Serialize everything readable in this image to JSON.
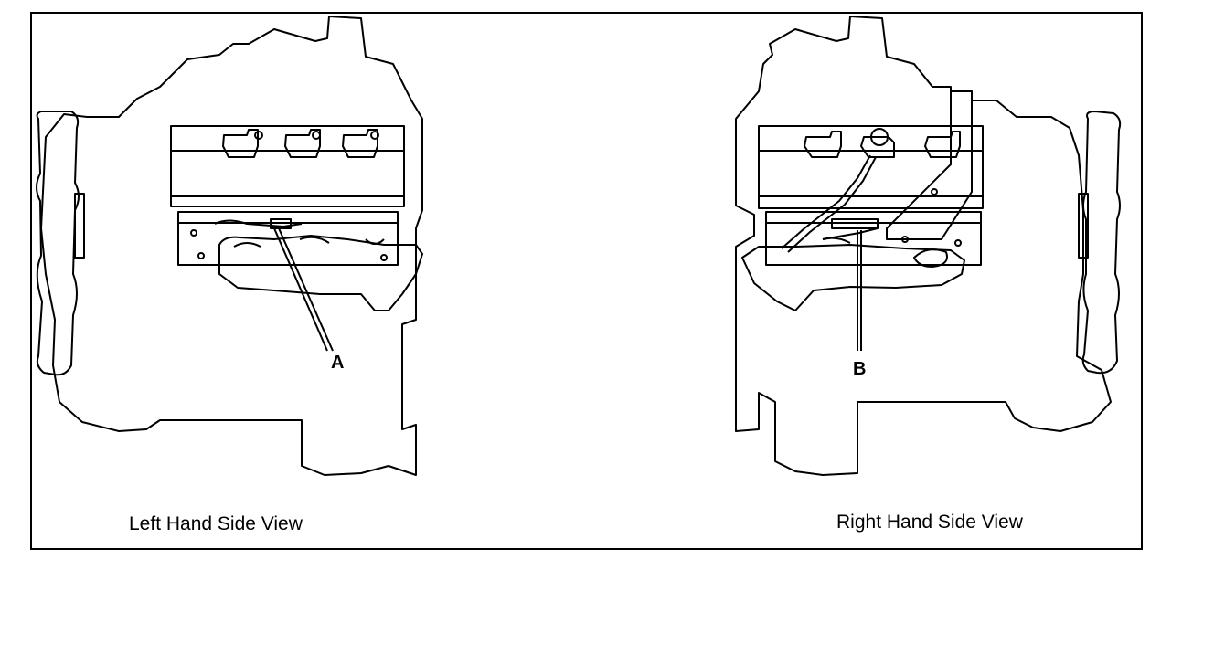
{
  "diagram": {
    "left_view": {
      "caption": "Left Hand Side View",
      "callout": "A"
    },
    "right_view": {
      "caption": "Right Hand Side View",
      "callout": "B"
    }
  }
}
